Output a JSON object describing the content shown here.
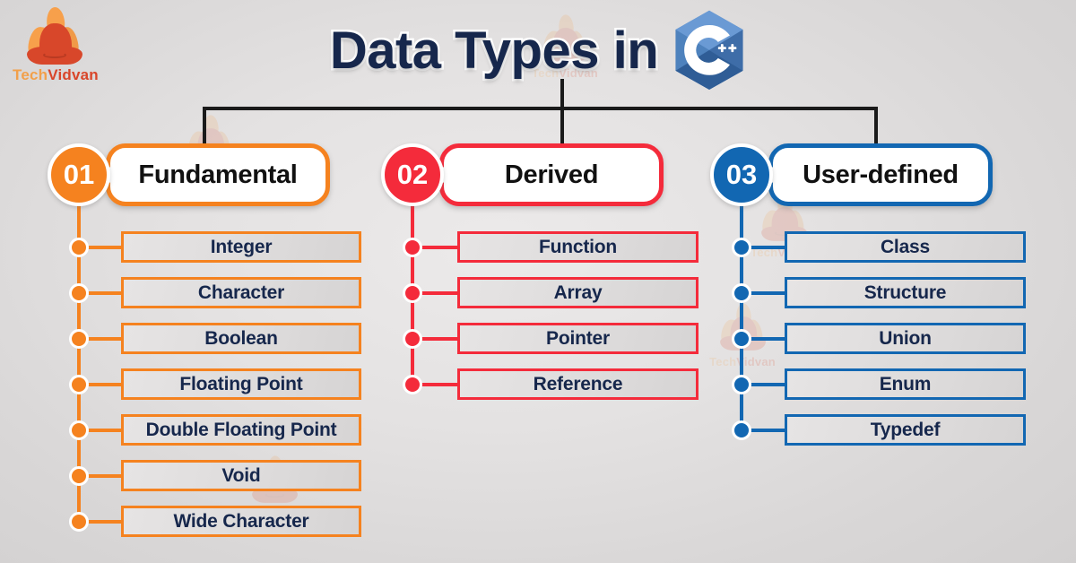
{
  "brand": {
    "name_part1": "Tech",
    "name_part2": "Vidvan",
    "icon": "meditating-figure-logo"
  },
  "header": {
    "title": "Data Types in",
    "logo_icon": "cpp-hexagon-logo",
    "logo_letter": "C",
    "logo_plus": "++"
  },
  "colors": {
    "fundamental": "#F5821F",
    "derived": "#F42B3B",
    "userdefined": "#1267B2",
    "title": "#16274C",
    "connector": "#1a1a1a",
    "box_text": "#16274C",
    "background": "#DCDADA"
  },
  "branches": [
    {
      "number": "01",
      "label": "Fundamental",
      "accent": "#F5821F",
      "items": [
        "Integer",
        "Character",
        "Boolean",
        "Floating Point",
        "Double Floating Point",
        "Void",
        "Wide Character"
      ]
    },
    {
      "number": "02",
      "label": "Derived",
      "accent": "#F42B3B",
      "items": [
        "Function",
        "Array",
        "Pointer",
        "Reference"
      ]
    },
    {
      "number": "03",
      "label": "User-defined",
      "accent": "#1267B2",
      "items": [
        "Class",
        "Structure",
        "Union",
        "Enum",
        "Typedef"
      ]
    }
  ]
}
